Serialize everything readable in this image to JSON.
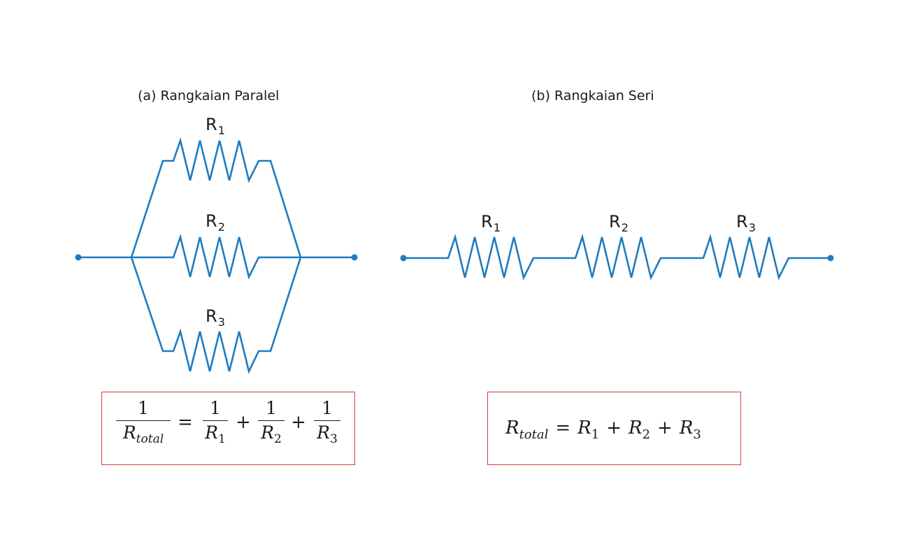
{
  "parallel": {
    "title": "(a) Rangkaian Paralel",
    "resistors": [
      {
        "name": "R",
        "sub": "1"
      },
      {
        "name": "R",
        "sub": "2"
      },
      {
        "name": "R",
        "sub": "3"
      }
    ],
    "formula": {
      "lhs_numerator": "1",
      "lhs_denominator_var": "R",
      "lhs_denominator_sub": "total",
      "equals": "=",
      "plus": "+",
      "terms": [
        {
          "numerator": "1",
          "var": "R",
          "sub": "1"
        },
        {
          "numerator": "1",
          "var": "R",
          "sub": "2"
        },
        {
          "numerator": "1",
          "var": "R",
          "sub": "3"
        }
      ]
    }
  },
  "series": {
    "title": "(b) Rangkaian Seri",
    "resistors": [
      {
        "name": "R",
        "sub": "1"
      },
      {
        "name": "R",
        "sub": "2"
      },
      {
        "name": "R",
        "sub": "3"
      }
    ],
    "formula": {
      "lhs_var": "R",
      "lhs_sub": "total",
      "equals": "=",
      "plus": "+",
      "terms": [
        {
          "var": "R",
          "sub": "1"
        },
        {
          "var": "R",
          "sub": "2"
        },
        {
          "var": "R",
          "sub": "3"
        }
      ]
    }
  },
  "colors": {
    "wire": "#1f7bbf",
    "box_border": "#d23c3c",
    "text": "#1a1a1a"
  }
}
